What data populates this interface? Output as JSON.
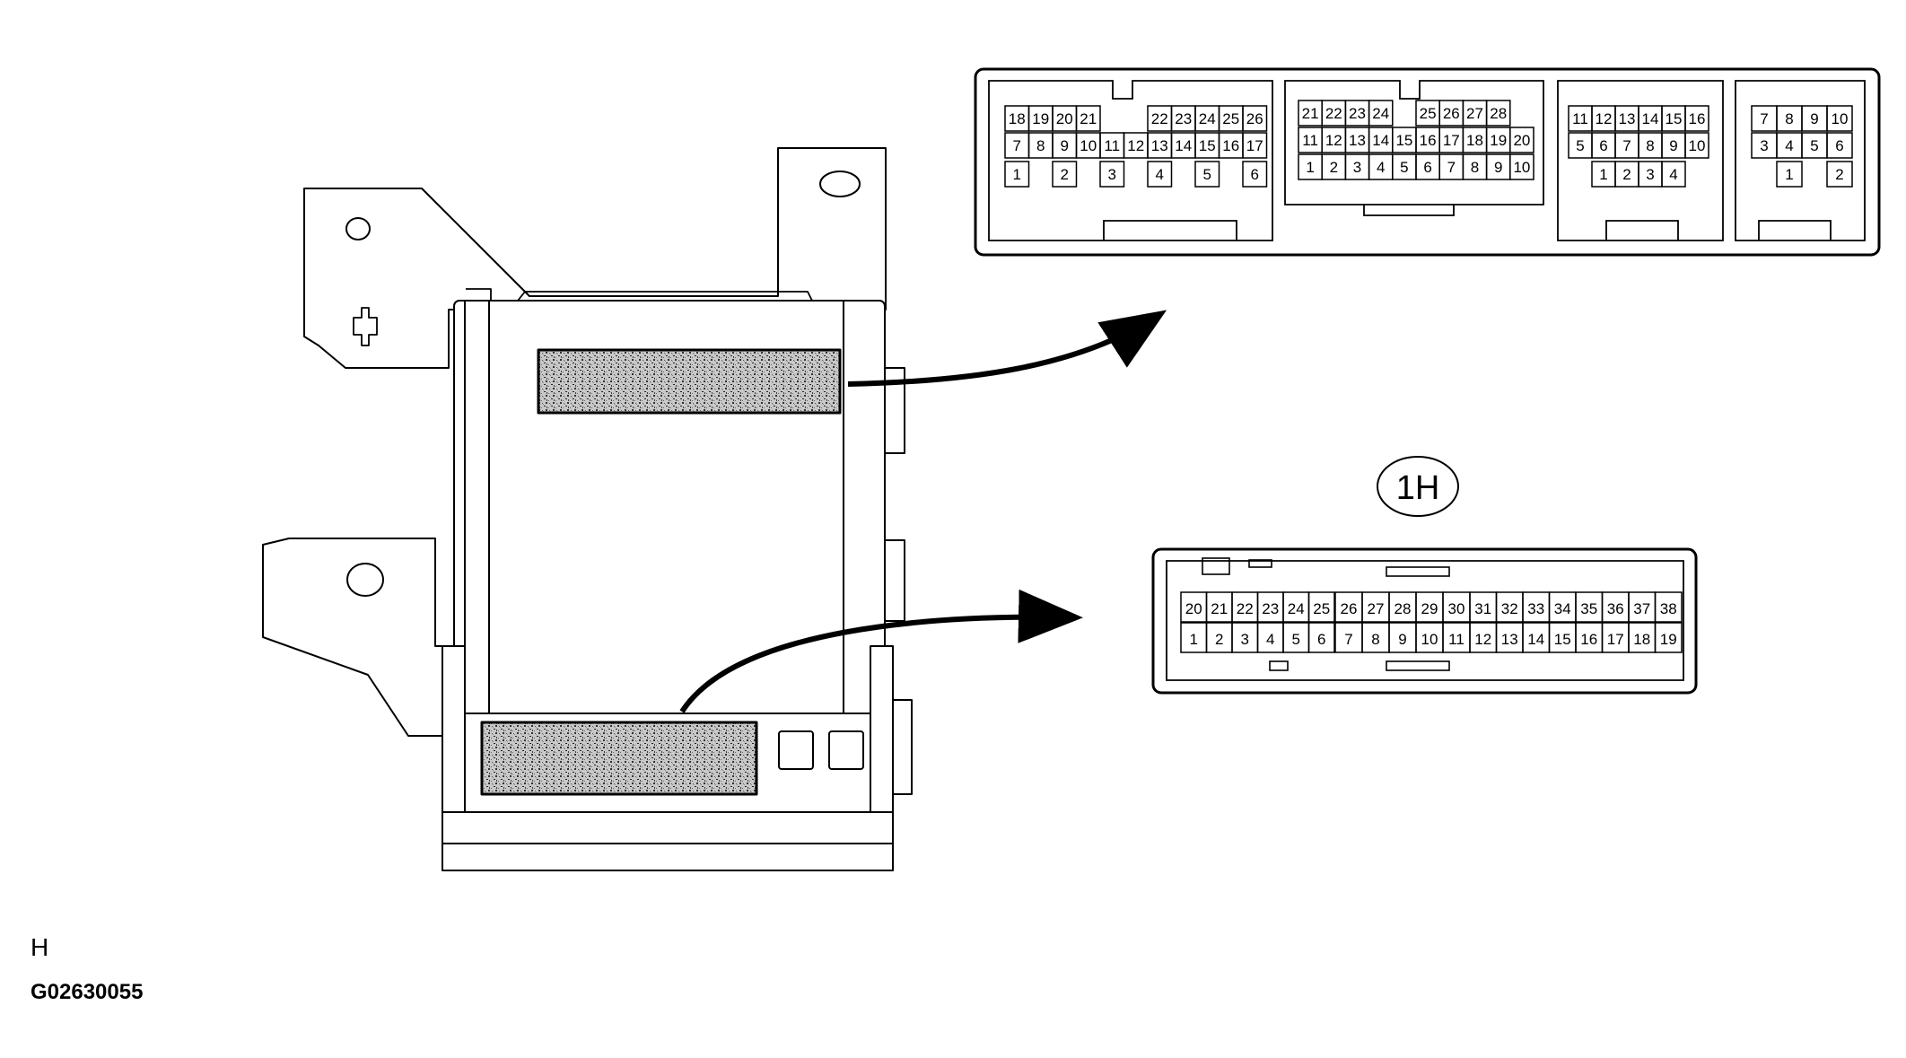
{
  "diagram": {
    "connector_label": "1H",
    "view_code": "H",
    "figure_code": "G02630055"
  },
  "upper_connector": {
    "sections": [
      {
        "rows": [
          [
            "18",
            "19",
            "20",
            "21",
            "",
            "",
            "22",
            "23",
            "24",
            "25",
            "26"
          ],
          [
            "7",
            "8",
            "9",
            "10",
            "11",
            "12",
            "13",
            "14",
            "15",
            "16",
            "17"
          ],
          [
            "1",
            "",
            "2",
            "",
            "3",
            "",
            "4",
            "",
            "5",
            "",
            "6"
          ]
        ]
      },
      {
        "rows": [
          [
            "21",
            "22",
            "23",
            "24",
            "",
            "25",
            "26",
            "27",
            "28"
          ],
          [
            "11",
            "12",
            "13",
            "14",
            "15",
            "16",
            "17",
            "18",
            "19",
            "20"
          ],
          [
            "1",
            "2",
            "3",
            "4",
            "5",
            "6",
            "7",
            "8",
            "9",
            "10"
          ]
        ]
      },
      {
        "rows": [
          [
            "11",
            "12",
            "13",
            "14",
            "15",
            "16"
          ],
          [
            "5",
            "6",
            "7",
            "8",
            "9",
            "10"
          ],
          [
            "1",
            "2",
            "3",
            "4"
          ]
        ]
      },
      {
        "rows": [
          [
            "7",
            "8",
            "9",
            "10"
          ],
          [
            "3",
            "4",
            "5",
            "6"
          ],
          [
            "1",
            "2"
          ]
        ]
      }
    ]
  },
  "lower_connector": {
    "sections": [
      {
        "top": [
          "20",
          "21",
          "22",
          "23",
          "24",
          "25"
        ],
        "bottom": [
          "1",
          "2",
          "3",
          "4",
          "5",
          "6"
        ]
      },
      {
        "top": [
          "26",
          "27",
          "28",
          "29",
          "30"
        ],
        "bottom": [
          "7",
          "8",
          "9",
          "10",
          "11"
        ]
      },
      {
        "top": [
          "31",
          "32",
          "33",
          "34",
          "35",
          "36",
          "37",
          "38"
        ],
        "bottom": [
          "12",
          "13",
          "14",
          "15",
          "16",
          "17",
          "18",
          "19"
        ]
      }
    ]
  }
}
